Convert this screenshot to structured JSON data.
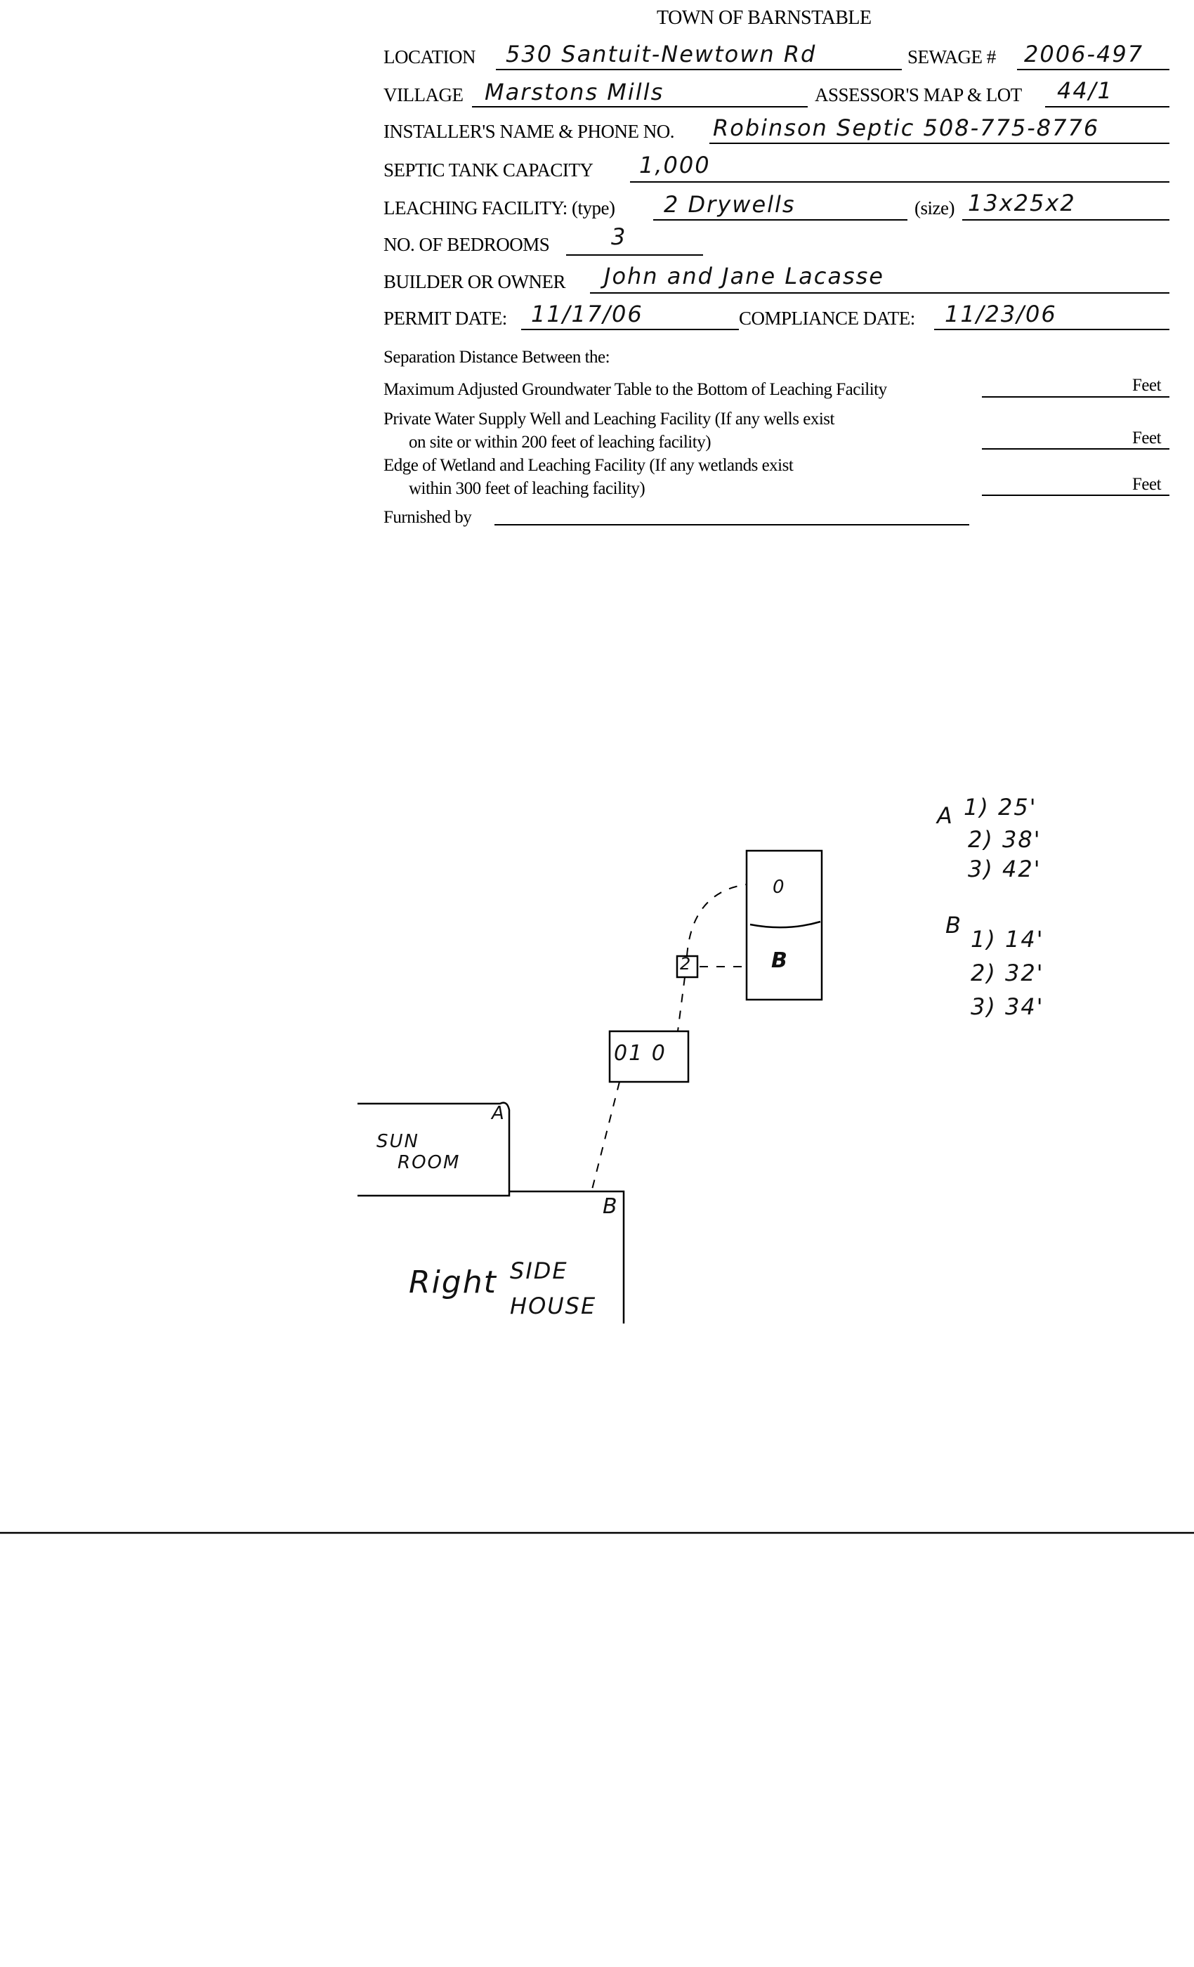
{
  "title": "TOWN OF BARNSTABLE",
  "fields": {
    "location": {
      "label": "LOCATION",
      "value": "530 Santuit-Newtown Rd"
    },
    "sewage": {
      "label": "SEWAGE #",
      "value": "2006-497"
    },
    "village": {
      "label": "VILLAGE",
      "value": "Marstons Mills"
    },
    "map_lot": {
      "label": "ASSESSOR'S MAP & LOT",
      "value": "44/1"
    },
    "installer": {
      "label": "INSTALLER'S NAME & PHONE NO.",
      "value": "Robinson Septic   508-775-8776"
    },
    "tank": {
      "label": "SEPTIC TANK CAPACITY",
      "value": "1,000"
    },
    "leach_type": {
      "label": "LEACHING FACILITY: (type)",
      "value": "2 Drywells"
    },
    "leach_size": {
      "label": "(size)",
      "value": "13x25x2"
    },
    "bedrooms": {
      "label": "NO. OF BEDROOMS",
      "value": "3"
    },
    "owner": {
      "label": "BUILDER OR OWNER",
      "value": "John and Jane Lacasse"
    },
    "permit_date": {
      "label": "PERMIT DATE:",
      "value": "11/17/06"
    },
    "compliance_date": {
      "label": "COMPLIANCE DATE:",
      "value": "11/23/06"
    }
  },
  "separation": {
    "heading": "Separation Distance Between the:",
    "rows": [
      {
        "line1": "Maximum Adjusted Groundwater Table to the Bottom of Leaching Facility",
        "line2": "",
        "unit": "Feet"
      },
      {
        "line1": "Private Water Supply Well and Leaching Facility  (If any wells exist",
        "line2": "on site or within 200 feet of leaching facility)",
        "unit": "Feet"
      },
      {
        "line1": "Edge of Wetland and Leaching Facility (If any wetlands exist",
        "line2": "within 300 feet of leaching facility)",
        "unit": "Feet"
      }
    ],
    "furnished_label": "Furnished by"
  },
  "sketch": {
    "tank_top": "0",
    "tank_bottom": "B",
    "small_box": "2",
    "dbox": "01  0",
    "corner_a": "A",
    "corner_b": "B",
    "sunroom1": "SUN",
    "sunroom2": "ROOM",
    "house1": "Right",
    "house2": "SIDE",
    "house3": "HOUSE",
    "list_a": {
      "label": "A",
      "items": [
        "1) 25'",
        "2) 38'",
        "3) 42'"
      ]
    },
    "list_b": {
      "label": "B",
      "items": [
        "1) 14'",
        "2) 32'",
        "3) 34'"
      ]
    }
  }
}
